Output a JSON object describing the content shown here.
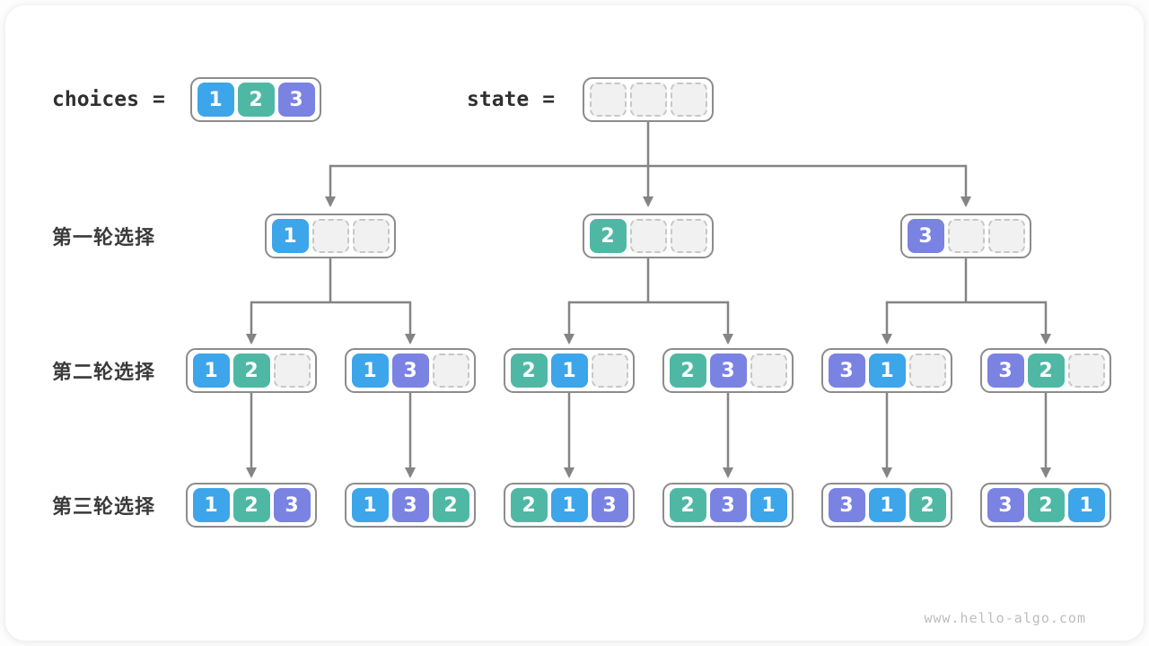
{
  "colors": {
    "1": "#3da5e9",
    "2": "#4fb8a5",
    "3": "#7a82e2",
    "empty_fill": "#f1f1f2",
    "arrow": "#848484"
  },
  "header": {
    "choices_label": "choices",
    "equals": "=",
    "choices": [
      "1",
      "2",
      "3"
    ],
    "state_label": "state",
    "state_empty_cells": 3
  },
  "levels": [
    {
      "label": "第一轮选择"
    },
    {
      "label": "第二轮选择"
    },
    {
      "label": "第三轮选择"
    }
  ],
  "tree": {
    "level1": [
      [
        "1"
      ],
      [
        "2"
      ],
      [
        "3"
      ]
    ],
    "level2": [
      [
        "1",
        "2"
      ],
      [
        "1",
        "3"
      ],
      [
        "2",
        "1"
      ],
      [
        "2",
        "3"
      ],
      [
        "3",
        "1"
      ],
      [
        "3",
        "2"
      ]
    ],
    "level3": [
      [
        "1",
        "2",
        "3"
      ],
      [
        "1",
        "3",
        "2"
      ],
      [
        "2",
        "1",
        "3"
      ],
      [
        "2",
        "3",
        "1"
      ],
      [
        "3",
        "1",
        "2"
      ],
      [
        "3",
        "2",
        "1"
      ]
    ]
  },
  "watermark": "www.hello-algo.com"
}
